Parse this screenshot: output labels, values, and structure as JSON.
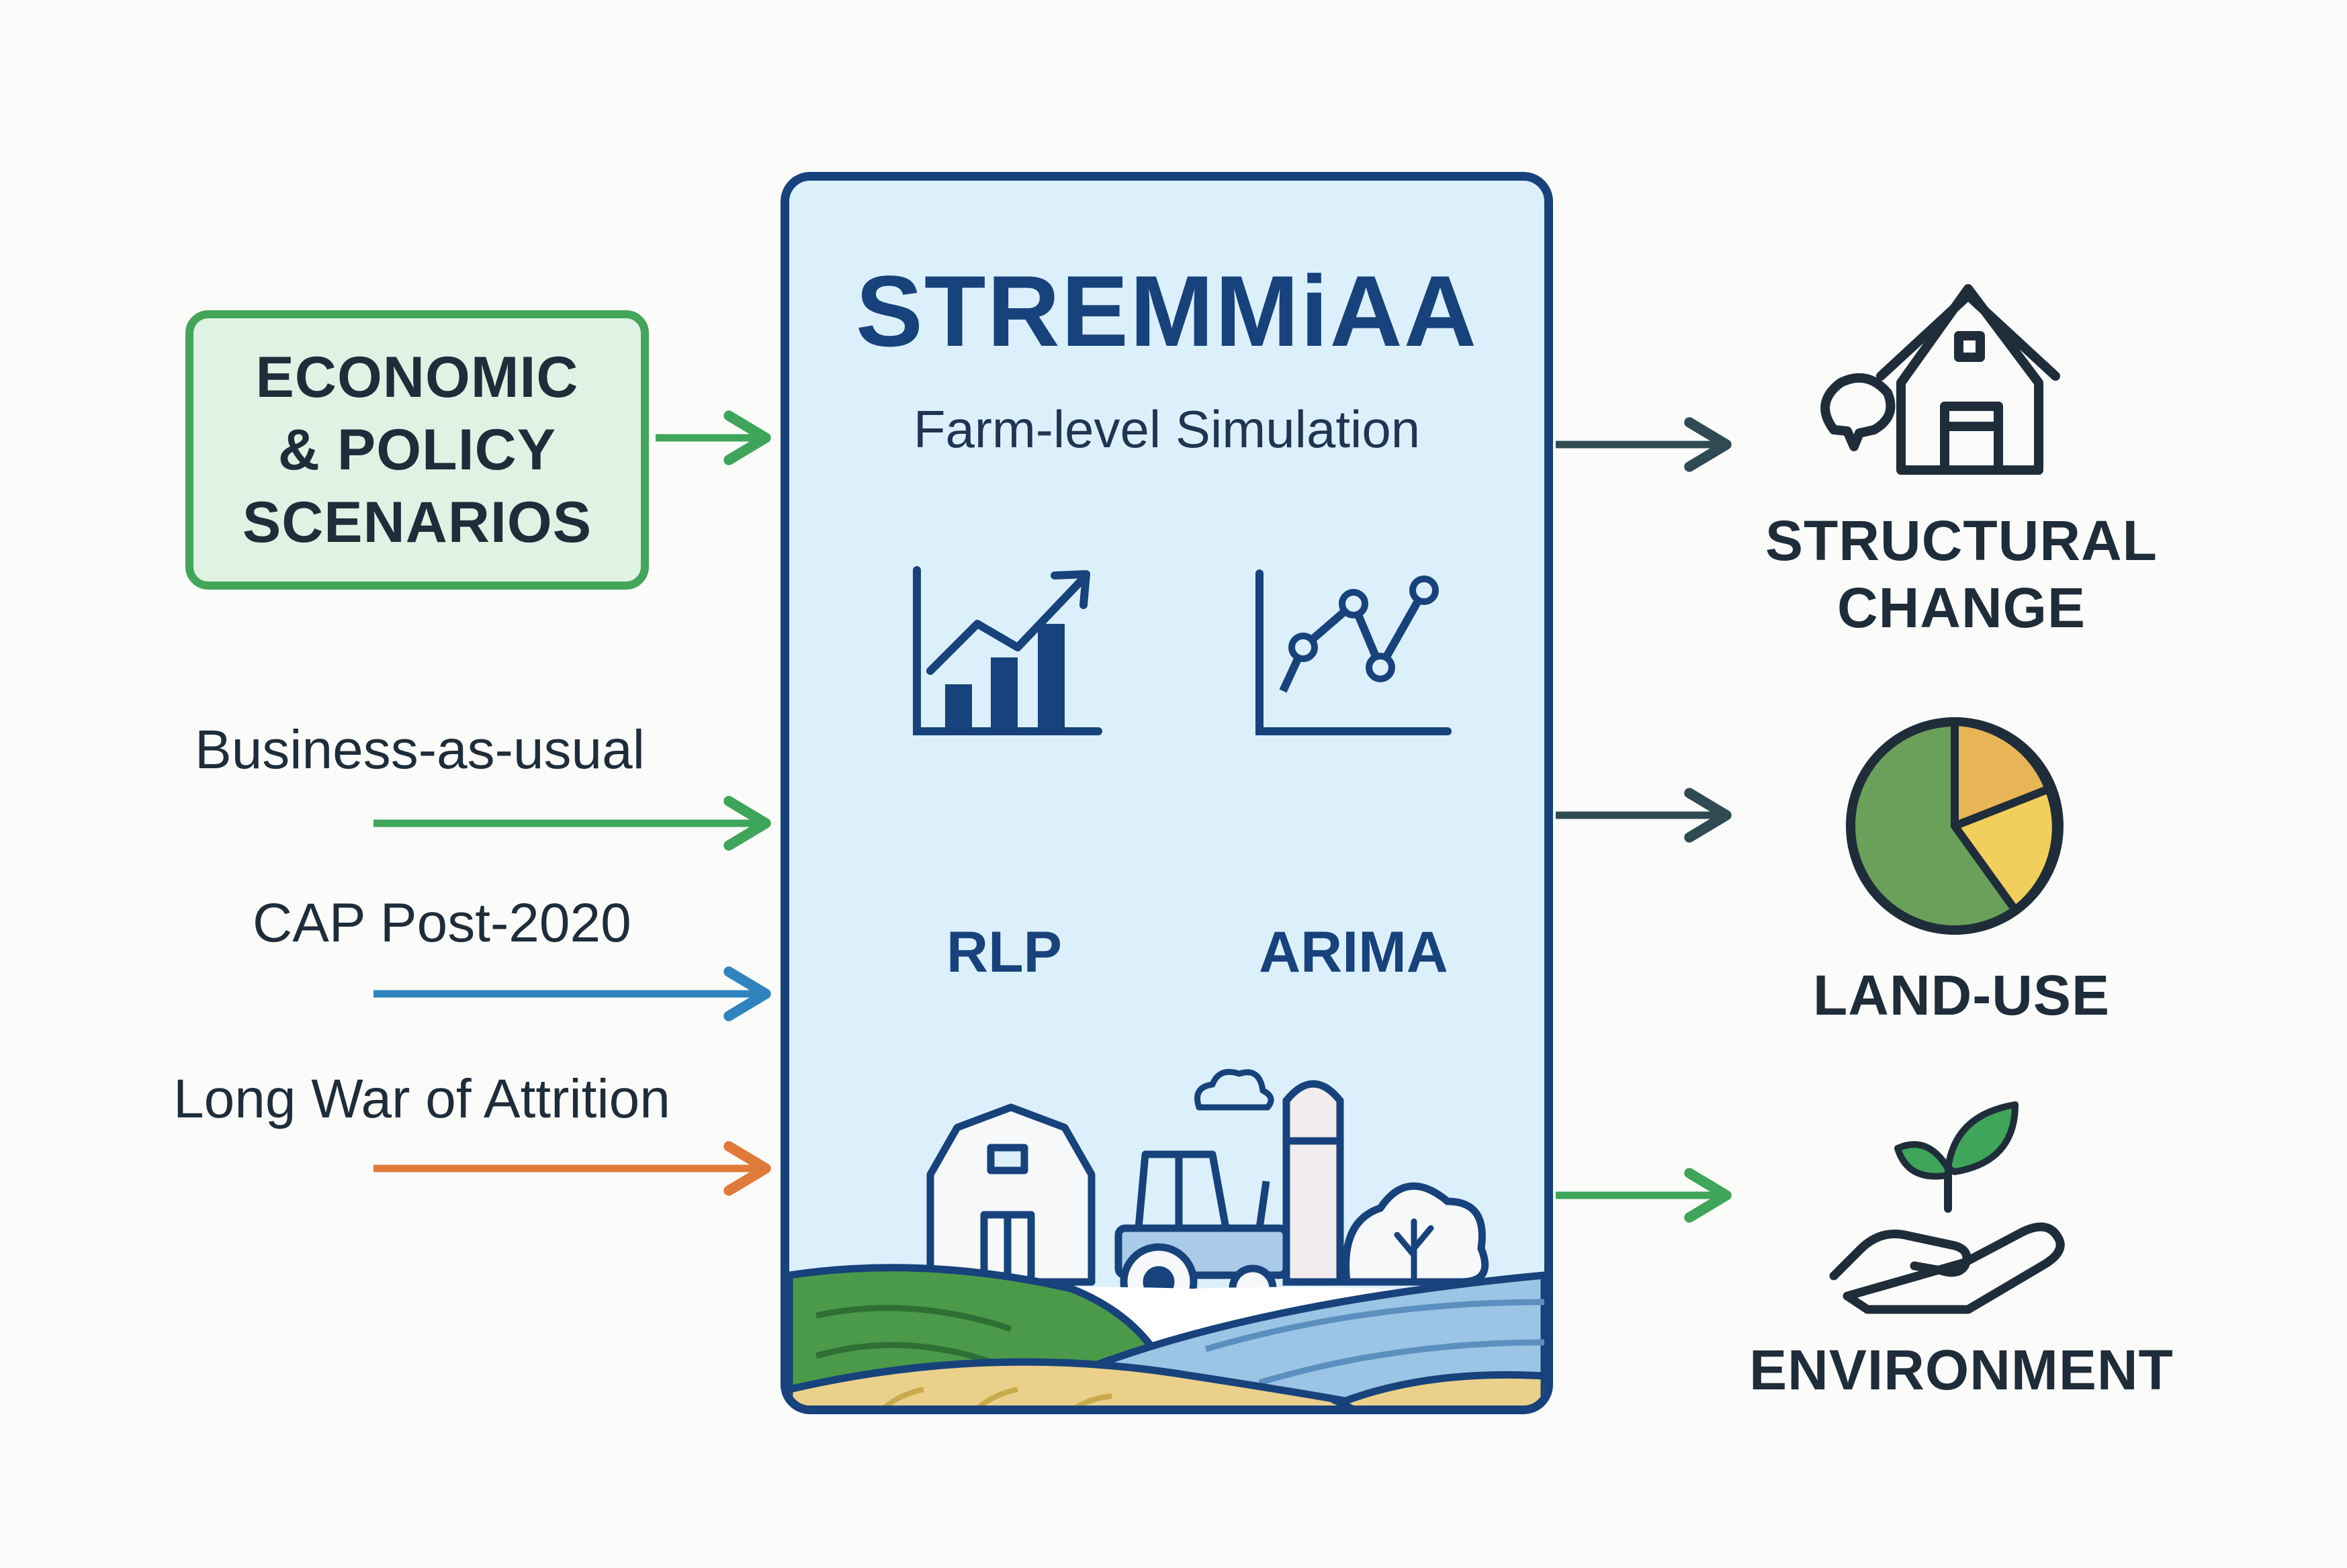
{
  "input": {
    "lines": [
      "ECONOMIC",
      "& POLICY",
      "SCENARIOS"
    ]
  },
  "scenarios": [
    {
      "label": "Business-as-usual",
      "color": "#3fa55a"
    },
    {
      "label": "CAP Post-2020",
      "color": "#2f84bd"
    },
    {
      "label": "Long War of Attrition",
      "color": "#e07a3a"
    }
  ],
  "model": {
    "title": "STREMMiAA",
    "subtitle": "Farm-level Simulation",
    "methods": [
      {
        "label": "RLP",
        "icon": "bar-chart-trend-icon"
      },
      {
        "label": "ARIMA",
        "icon": "line-chart-icon"
      }
    ],
    "scene_icon": "farm-landscape-illustration"
  },
  "outputs": [
    {
      "lines": [
        "STRUCTURAL",
        "CHANGE"
      ],
      "icon": "barn-icon",
      "arrow_color": "#2f4a52"
    },
    {
      "lines": [
        "LAND-USE"
      ],
      "icon": "pie-chart-icon",
      "arrow_color": "#2f4a52"
    },
    {
      "lines": [
        "ENVIRONMENT"
      ],
      "icon": "hand-sprout-icon",
      "arrow_color": "#3fa55a"
    }
  ],
  "colors": {
    "panel_border": "#17427c",
    "panel_fill": "#dcf0fc",
    "input_border": "#43a55a",
    "input_fill": "#dff3e5"
  }
}
